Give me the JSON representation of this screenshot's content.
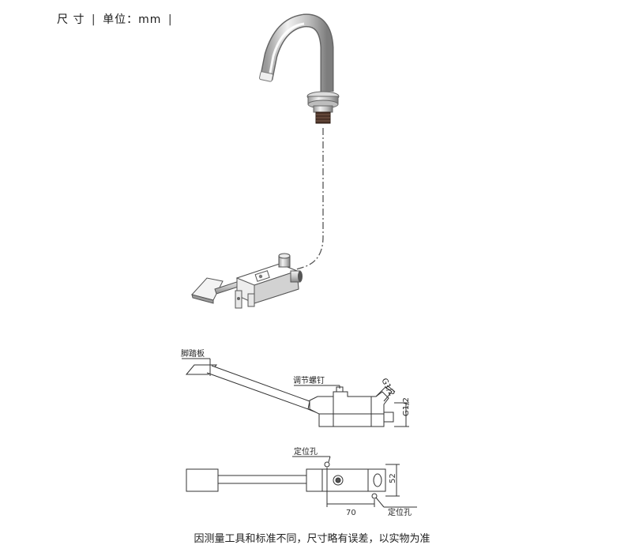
{
  "header": {
    "title_part1": "尺 寸",
    "separator": "|",
    "title_part2": "单位：mm"
  },
  "labels": {
    "pedal_board": "脚踏板",
    "adjust_screw": "调节螺钉",
    "thread_a": "G1/2",
    "thread_b": "G1/2",
    "locating_hole_top": "定位孔",
    "locating_hole_bottom": "定位孔"
  },
  "dimensions": {
    "width": "70",
    "height": "52"
  },
  "caption": "因测量工具和标准不同，尺寸略有误差，以实物为准",
  "colors": {
    "line": "#333333",
    "chrome_dark": "#555555",
    "chrome_light": "#e6e6e6",
    "thread": "#3a2a22"
  }
}
